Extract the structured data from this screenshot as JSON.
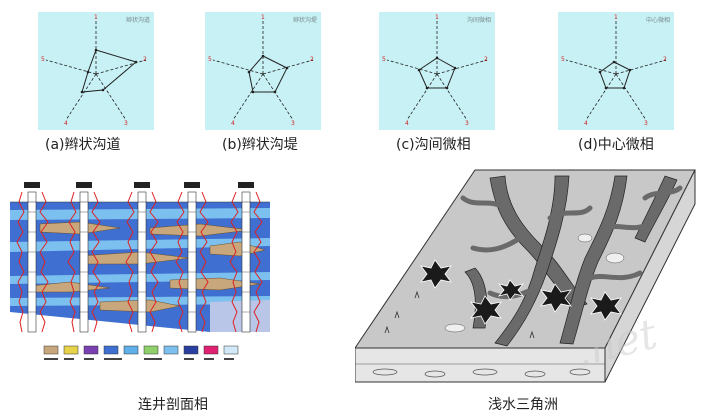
{
  "radar_charts": [
    {
      "caption": "(a)辫状沟道",
      "title": "辫状沟道",
      "axis_labels": [
        "1",
        "2",
        "3",
        "4",
        "5"
      ]
    },
    {
      "caption": "(b)辫状沟堤",
      "title": "辫状沟堤",
      "axis_labels": [
        "1",
        "2",
        "3",
        "4",
        "5"
      ]
    },
    {
      "caption": "(c)沟间微相",
      "title": "沟间微相",
      "axis_labels": [
        "1",
        "2",
        "3",
        "4",
        "5"
      ]
    },
    {
      "caption": "(d)中心微相",
      "title": "中心微相",
      "axis_labels": [
        "1",
        "2",
        "3",
        "4",
        "5"
      ]
    }
  ],
  "well_section": {
    "caption": "连井剖面相"
  },
  "delta_block": {
    "caption": "浅水三角洲"
  },
  "watermark": ".net",
  "colors": {
    "radar_bg": "#c7f1f5",
    "sand": "#c9a77c",
    "water": "#3f6fd0",
    "log": "#e02020"
  }
}
